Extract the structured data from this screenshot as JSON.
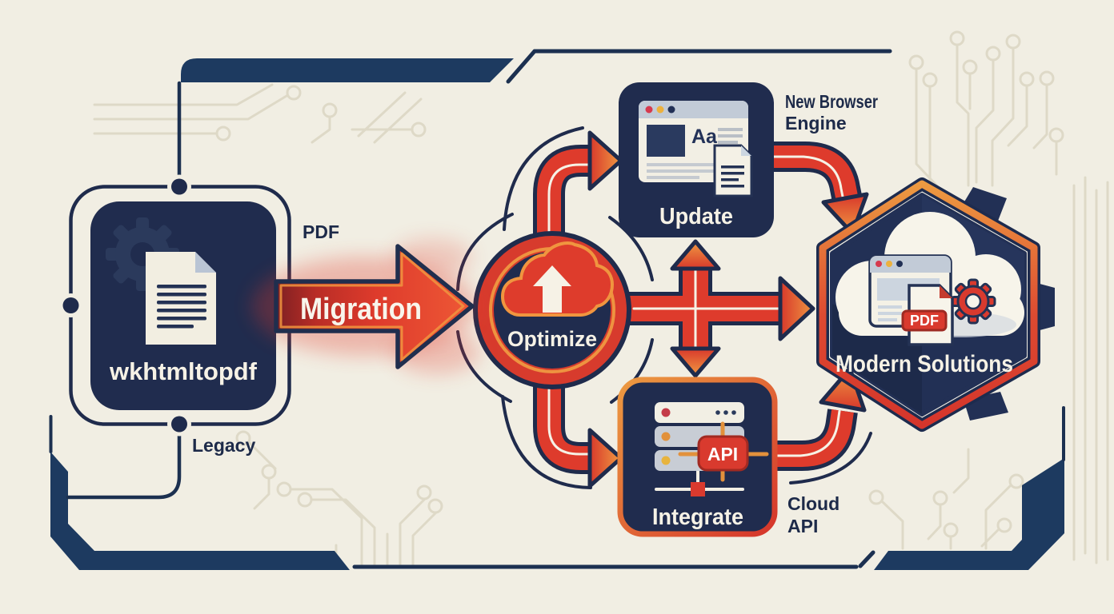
{
  "colors": {
    "background": "#f1eee3",
    "panel_navy": "#202c4e",
    "frame_navy": "#1d3a60",
    "outline_navy": "#1f2b4c",
    "accent_red": "#de3b2c",
    "accent_orange": "#ee9340",
    "icon_cream": "#f2efe4",
    "badge_red": "#d93a2e",
    "circuit_trace": "#ded9c7",
    "annotation_navy": "#1d2a49"
  },
  "diagram": {
    "source": {
      "title": "wkhtmltopdf",
      "top_label": "PDF",
      "bottom_label": "Legacy"
    },
    "migration": {
      "label": "Migration"
    },
    "hub": {
      "label": "Optimize"
    },
    "update": {
      "label": "Update",
      "browser_text": "Aa",
      "annotation_line1": "New Browser",
      "annotation_line2": "Engine"
    },
    "integrate": {
      "label": "Integrate",
      "badge": "API",
      "annotation_line1": "Cloud",
      "annotation_line2": "API"
    },
    "target": {
      "label": "Modern Solutions",
      "badge": "PDF"
    }
  }
}
